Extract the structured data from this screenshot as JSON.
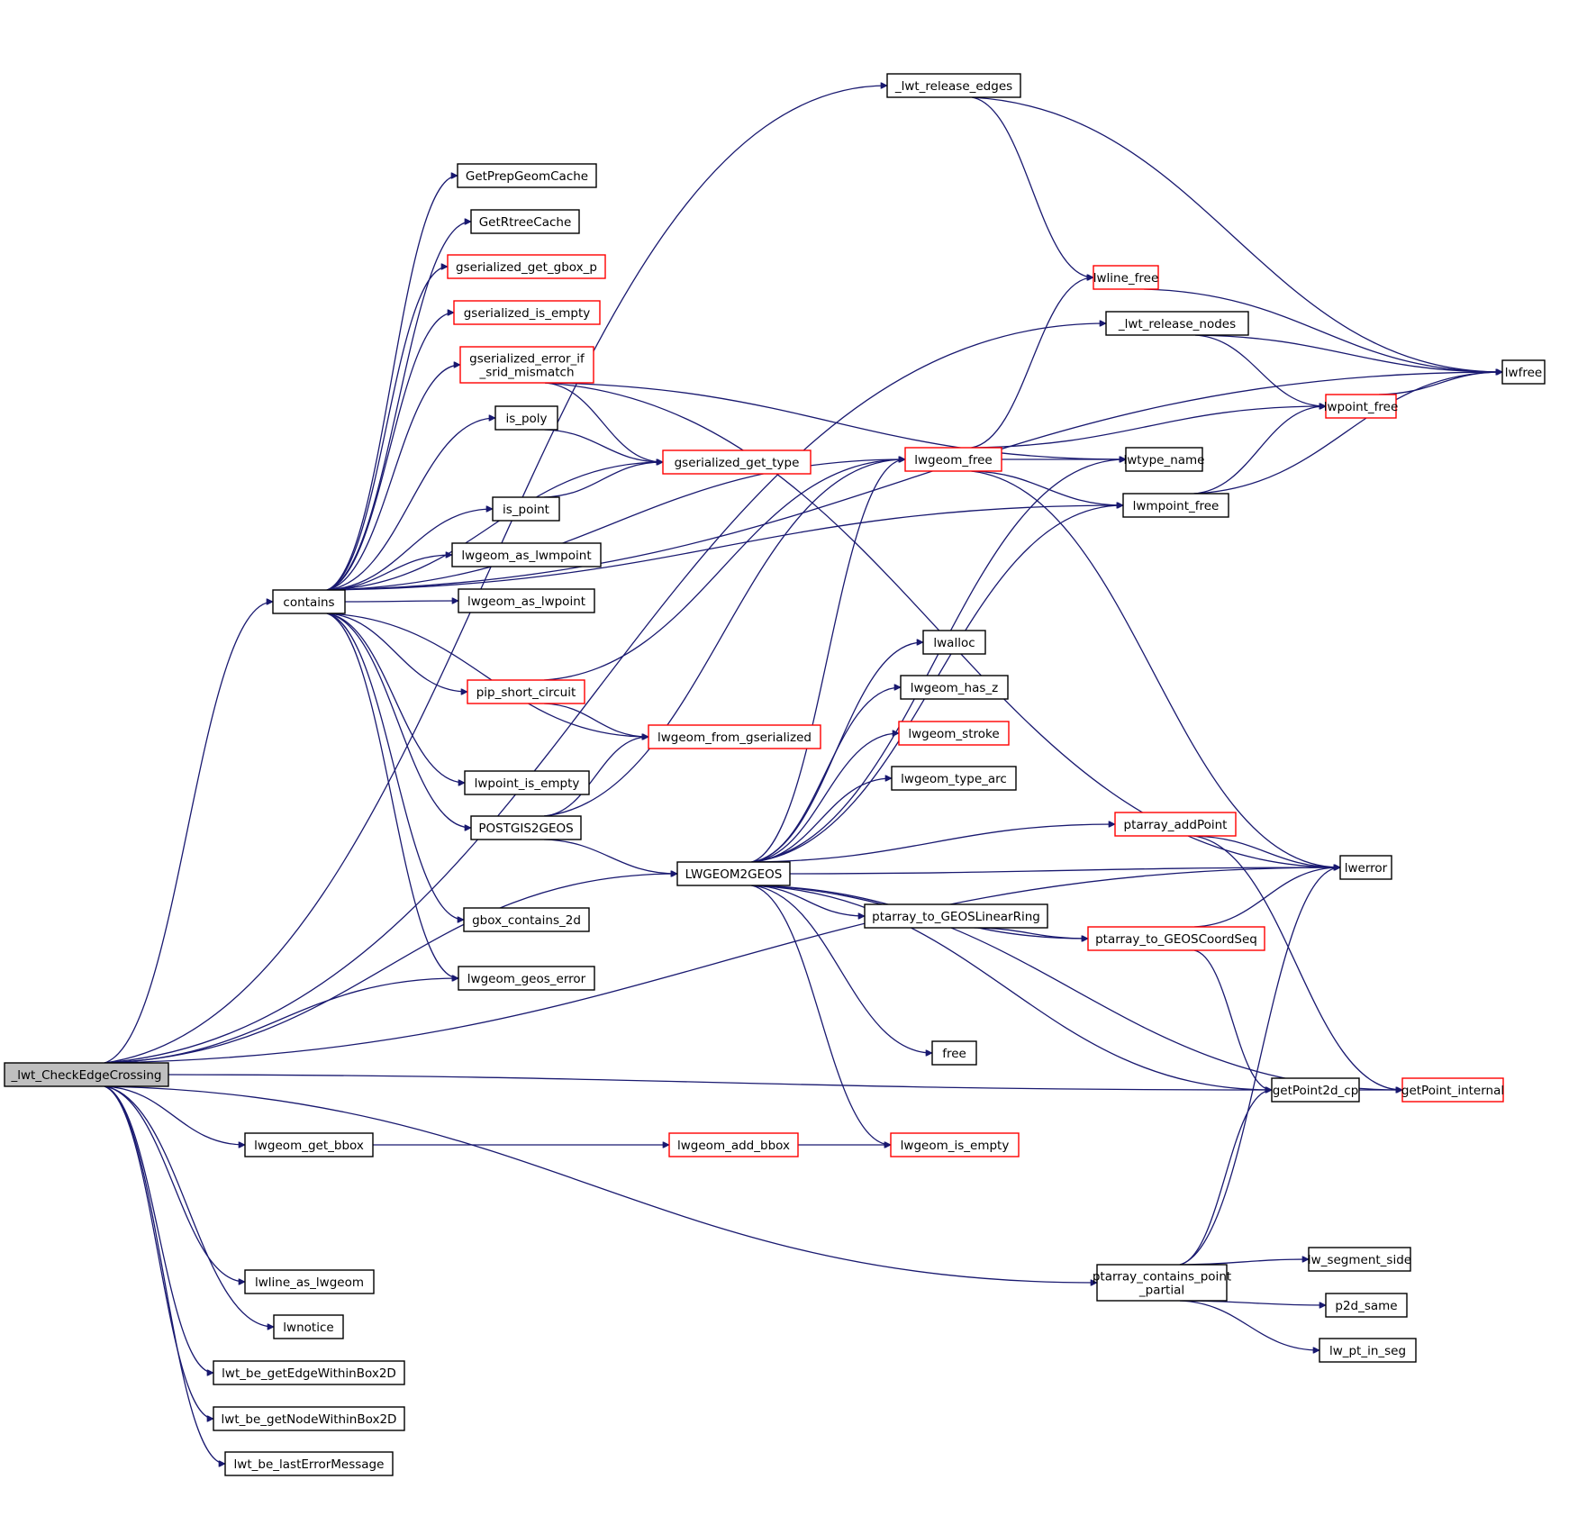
{
  "title": "_lwt_CheckEdgeCrossing call graph",
  "colors": {
    "edge": "#191970",
    "node_border_documented": "#000000",
    "node_border_truncated": "#ff0000",
    "root_fill": "#bfbfbf"
  },
  "nodes": [
    {
      "id": "root",
      "lines": [
        "_lwt_CheckEdgeCrossing"
      ],
      "style": "root"
    },
    {
      "id": "release_edges",
      "lines": [
        "_lwt_release_edges"
      ],
      "style": "normal"
    },
    {
      "id": "release_nodes",
      "lines": [
        "_lwt_release_nodes"
      ],
      "style": "normal"
    },
    {
      "id": "contains",
      "lines": [
        "contains"
      ],
      "style": "normal"
    },
    {
      "id": "GetPrepGeomCache",
      "lines": [
        "GetPrepGeomCache"
      ],
      "style": "normal"
    },
    {
      "id": "GetRtreeCache",
      "lines": [
        "GetRtreeCache"
      ],
      "style": "normal"
    },
    {
      "id": "gser_gbox_p",
      "lines": [
        "gserialized_get_gbox_p"
      ],
      "style": "red"
    },
    {
      "id": "gser_is_empty",
      "lines": [
        "gserialized_is_empty"
      ],
      "style": "red"
    },
    {
      "id": "gser_err_srid",
      "lines": [
        "gserialized_error_if",
        "_srid_mismatch"
      ],
      "style": "red"
    },
    {
      "id": "is_poly",
      "lines": [
        "is_poly"
      ],
      "style": "normal"
    },
    {
      "id": "gser_get_type",
      "lines": [
        "gserialized_get_type"
      ],
      "style": "red"
    },
    {
      "id": "is_point",
      "lines": [
        "is_point"
      ],
      "style": "normal"
    },
    {
      "id": "as_lwmpoint",
      "lines": [
        "lwgeom_as_lwmpoint"
      ],
      "style": "normal"
    },
    {
      "id": "as_lwpoint",
      "lines": [
        "lwgeom_as_lwpoint"
      ],
      "style": "normal"
    },
    {
      "id": "pip_short",
      "lines": [
        "pip_short_circuit"
      ],
      "style": "red"
    },
    {
      "id": "from_gser",
      "lines": [
        "lwgeom_from_gserialized"
      ],
      "style": "red"
    },
    {
      "id": "lwpoint_is_empty",
      "lines": [
        "lwpoint_is_empty"
      ],
      "style": "normal"
    },
    {
      "id": "POSTGIS2GEOS",
      "lines": [
        "POSTGIS2GEOS"
      ],
      "style": "normal"
    },
    {
      "id": "LWGEOM2GEOS",
      "lines": [
        "LWGEOM2GEOS"
      ],
      "style": "normal"
    },
    {
      "id": "gbox_contains_2d",
      "lines": [
        "gbox_contains_2d"
      ],
      "style": "normal"
    },
    {
      "id": "geos_error",
      "lines": [
        "lwgeom_geos_error"
      ],
      "style": "normal"
    },
    {
      "id": "get_bbox",
      "lines": [
        "lwgeom_get_bbox"
      ],
      "style": "normal"
    },
    {
      "id": "add_bbox",
      "lines": [
        "lwgeom_add_bbox"
      ],
      "style": "red"
    },
    {
      "id": "lwgeom_is_empty",
      "lines": [
        "lwgeom_is_empty"
      ],
      "style": "red"
    },
    {
      "id": "lwline_as_lwgeom",
      "lines": [
        "lwline_as_lwgeom"
      ],
      "style": "normal"
    },
    {
      "id": "lwnotice",
      "lines": [
        "lwnotice"
      ],
      "style": "normal"
    },
    {
      "id": "be_edge",
      "lines": [
        "lwt_be_getEdgeWithinBox2D"
      ],
      "style": "normal"
    },
    {
      "id": "be_node",
      "lines": [
        "lwt_be_getNodeWithinBox2D"
      ],
      "style": "normal"
    },
    {
      "id": "be_err",
      "lines": [
        "lwt_be_lastErrorMessage"
      ],
      "style": "normal"
    },
    {
      "id": "lwline_free",
      "lines": [
        "lwline_free"
      ],
      "style": "red"
    },
    {
      "id": "lwfree",
      "lines": [
        "lwfree"
      ],
      "style": "normal"
    },
    {
      "id": "lwpoint_free",
      "lines": [
        "lwpoint_free"
      ],
      "style": "red"
    },
    {
      "id": "lwgeom_free",
      "lines": [
        "lwgeom_free"
      ],
      "style": "red"
    },
    {
      "id": "lwtype_name",
      "lines": [
        "lwtype_name"
      ],
      "style": "normal"
    },
    {
      "id": "lwmpoint_free",
      "lines": [
        "lwmpoint_free"
      ],
      "style": "normal"
    },
    {
      "id": "lwalloc",
      "lines": [
        "lwalloc"
      ],
      "style": "normal"
    },
    {
      "id": "has_z",
      "lines": [
        "lwgeom_has_z"
      ],
      "style": "normal"
    },
    {
      "id": "stroke",
      "lines": [
        "lwgeom_stroke"
      ],
      "style": "red"
    },
    {
      "id": "type_arc",
      "lines": [
        "lwgeom_type_arc"
      ],
      "style": "normal"
    },
    {
      "id": "addPoint",
      "lines": [
        "ptarray_addPoint"
      ],
      "style": "red"
    },
    {
      "id": "lwerror",
      "lines": [
        "lwerror"
      ],
      "style": "normal"
    },
    {
      "id": "to_linearring",
      "lines": [
        "ptarray_to_GEOSLinearRing"
      ],
      "style": "normal"
    },
    {
      "id": "to_coordseq",
      "lines": [
        "ptarray_to_GEOSCoordSeq"
      ],
      "style": "red"
    },
    {
      "id": "free",
      "lines": [
        "free"
      ],
      "style": "normal"
    },
    {
      "id": "getPoint2d_cp",
      "lines": [
        "getPoint2d_cp"
      ],
      "style": "normal"
    },
    {
      "id": "getPoint_internal",
      "lines": [
        "getPoint_internal"
      ],
      "style": "red"
    },
    {
      "id": "contains_partial",
      "lines": [
        "ptarray_contains_point",
        "_partial"
      ],
      "style": "normal"
    },
    {
      "id": "segment_side",
      "lines": [
        "lw_segment_side"
      ],
      "style": "normal"
    },
    {
      "id": "p2d_same",
      "lines": [
        "p2d_same"
      ],
      "style": "normal"
    },
    {
      "id": "pt_in_seg",
      "lines": [
        "lw_pt_in_seg"
      ],
      "style": "normal"
    }
  ],
  "edges": [
    [
      "root",
      "release_edges"
    ],
    [
      "root",
      "release_nodes"
    ],
    [
      "root",
      "contains"
    ],
    [
      "root",
      "geos_error"
    ],
    [
      "root",
      "LWGEOM2GEOS"
    ],
    [
      "root",
      "get_bbox"
    ],
    [
      "root",
      "lwerror"
    ],
    [
      "root",
      "getPoint2d_cp"
    ],
    [
      "root",
      "lwline_as_lwgeom"
    ],
    [
      "root",
      "lwnotice"
    ],
    [
      "root",
      "be_edge"
    ],
    [
      "root",
      "be_node"
    ],
    [
      "root",
      "be_err"
    ],
    [
      "root",
      "contains_partial"
    ],
    [
      "release_edges",
      "lwline_free"
    ],
    [
      "release_edges",
      "lwfree"
    ],
    [
      "release_nodes",
      "lwfree"
    ],
    [
      "release_nodes",
      "lwpoint_free"
    ],
    [
      "contains",
      "GetPrepGeomCache"
    ],
    [
      "contains",
      "GetRtreeCache"
    ],
    [
      "contains",
      "gser_gbox_p"
    ],
    [
      "contains",
      "gser_is_empty"
    ],
    [
      "contains",
      "gser_err_srid"
    ],
    [
      "contains",
      "is_poly"
    ],
    [
      "contains",
      "gser_get_type"
    ],
    [
      "contains",
      "is_point"
    ],
    [
      "contains",
      "as_lwmpoint"
    ],
    [
      "contains",
      "as_lwpoint"
    ],
    [
      "contains",
      "lwgeom_free"
    ],
    [
      "contains",
      "pip_short"
    ],
    [
      "contains",
      "from_gser"
    ],
    [
      "contains",
      "lwpoint_is_empty"
    ],
    [
      "contains",
      "POSTGIS2GEOS"
    ],
    [
      "contains",
      "lwmpoint_free"
    ],
    [
      "contains",
      "gbox_contains_2d"
    ],
    [
      "contains",
      "geos_error"
    ],
    [
      "contains",
      "lwfree"
    ],
    [
      "gser_err_srid",
      "gser_get_type"
    ],
    [
      "gser_err_srid",
      "lwtype_name"
    ],
    [
      "gser_err_srid",
      "lwerror"
    ],
    [
      "is_poly",
      "gser_get_type"
    ],
    [
      "is_point",
      "gser_get_type"
    ],
    [
      "pip_short",
      "from_gser"
    ],
    [
      "pip_short",
      "lwgeom_free"
    ],
    [
      "POSTGIS2GEOS",
      "from_gser"
    ],
    [
      "POSTGIS2GEOS",
      "LWGEOM2GEOS"
    ],
    [
      "POSTGIS2GEOS",
      "lwgeom_free"
    ],
    [
      "LWGEOM2GEOS",
      "lwgeom_free"
    ],
    [
      "LWGEOM2GEOS",
      "lwtype_name"
    ],
    [
      "LWGEOM2GEOS",
      "lwmpoint_free"
    ],
    [
      "LWGEOM2GEOS",
      "lwalloc"
    ],
    [
      "LWGEOM2GEOS",
      "has_z"
    ],
    [
      "LWGEOM2GEOS",
      "stroke"
    ],
    [
      "LWGEOM2GEOS",
      "type_arc"
    ],
    [
      "LWGEOM2GEOS",
      "addPoint"
    ],
    [
      "LWGEOM2GEOS",
      "lwerror"
    ],
    [
      "LWGEOM2GEOS",
      "to_linearring"
    ],
    [
      "LWGEOM2GEOS",
      "to_coordseq"
    ],
    [
      "LWGEOM2GEOS",
      "free"
    ],
    [
      "LWGEOM2GEOS",
      "getPoint2d_cp"
    ],
    [
      "LWGEOM2GEOS",
      "getPoint_internal"
    ],
    [
      "LWGEOM2GEOS",
      "lwgeom_is_empty"
    ],
    [
      "get_bbox",
      "add_bbox"
    ],
    [
      "add_bbox",
      "lwgeom_is_empty"
    ],
    [
      "lwline_free",
      "lwfree"
    ],
    [
      "lwpoint_free",
      "lwfree"
    ],
    [
      "lwgeom_free",
      "lwline_free"
    ],
    [
      "lwgeom_free",
      "lwpoint_free"
    ],
    [
      "lwgeom_free",
      "lwtype_name"
    ],
    [
      "lwgeom_free",
      "lwmpoint_free"
    ],
    [
      "lwgeom_free",
      "lwerror"
    ],
    [
      "lwmpoint_free",
      "lwpoint_free"
    ],
    [
      "lwmpoint_free",
      "lwfree"
    ],
    [
      "addPoint",
      "lwerror"
    ],
    [
      "addPoint",
      "getPoint_internal"
    ],
    [
      "to_linearring",
      "to_coordseq"
    ],
    [
      "to_coordseq",
      "lwerror"
    ],
    [
      "to_coordseq",
      "getPoint2d_cp"
    ],
    [
      "getPoint2d_cp",
      "getPoint_internal"
    ],
    [
      "contains_partial",
      "lwerror"
    ],
    [
      "contains_partial",
      "getPoint2d_cp"
    ],
    [
      "contains_partial",
      "segment_side"
    ],
    [
      "contains_partial",
      "p2d_same"
    ],
    [
      "contains_partial",
      "pt_in_seg"
    ]
  ]
}
